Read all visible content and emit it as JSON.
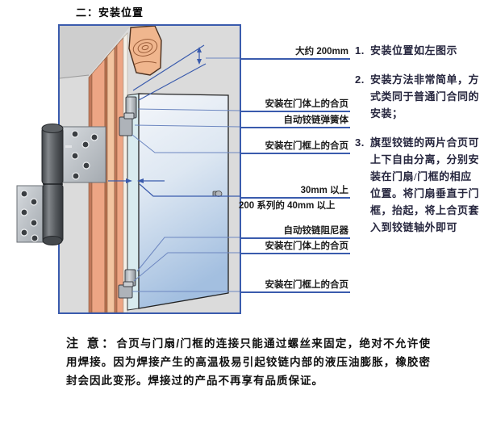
{
  "title": "二：安装位置",
  "diagram": {
    "labels": [
      {
        "id": "approx-200mm",
        "text": "大约 200mm"
      },
      {
        "id": "hinge-on-door-top",
        "text": "安装在门体上的合页"
      },
      {
        "id": "spring-body",
        "text": "自动铰链弹簧体"
      },
      {
        "id": "hinge-on-frame-top",
        "text": "安装在门框上的合页"
      },
      {
        "id": "gap-30mm",
        "text": "30mm 以上"
      },
      {
        "id": "gap-40mm-200series",
        "text": "200 系列的 40mm 以上"
      },
      {
        "id": "damper-body",
        "text": "自动铰链阻尼器"
      },
      {
        "id": "hinge-on-door-bottom",
        "text": "安装在门体上的合页"
      },
      {
        "id": "hinge-on-frame-bottom",
        "text": "安装在门框上的合页"
      }
    ],
    "colors": {
      "line_blue": "#3a5bad",
      "wall_gray": "#dbdbdb",
      "wood": "#eda584",
      "door_blue": "#a6c1e1"
    }
  },
  "instructions": {
    "items": [
      {
        "num": "1.",
        "text": "安装位置如左图示"
      },
      {
        "num": "2.",
        "text": "安装方法非常简单，方式类同于普通门合同的安装；"
      },
      {
        "num": "3.",
        "text": "旗型铰链的两片合页可上下自由分离，分别安装在门扇/门框的相应位置。将门扇垂直于门框，抬起，将上合页套入到铰链轴外即可"
      }
    ]
  },
  "warning": {
    "prefix": "注 意：",
    "text": "合页与门扇/门框的连接只能通过螺丝来固定，绝对不允许使用焊接。因为焊接产生的高温极易引起铰链内部的液压油膨胀，橡胶密封会因此变形。焊接过的产品不再享有品质保证。"
  }
}
